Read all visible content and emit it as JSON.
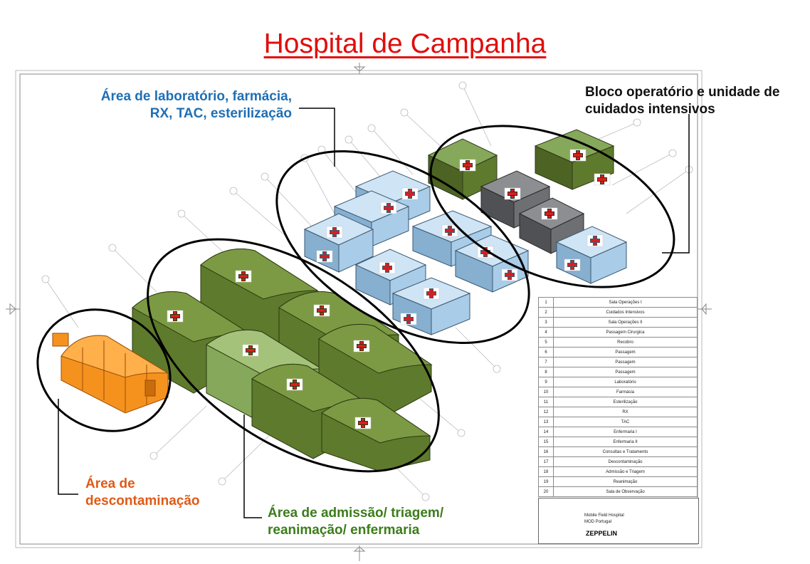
{
  "title": "Hospital de Campanha",
  "callouts": {
    "lab_line1": "Área de laboratório, farmácia,",
    "lab_line2": "RX, TAC, esterilização",
    "or_line1": "Bloco operatório e unidade de",
    "or_line2": "cuidados intensivos",
    "decon_line1": "Área de",
    "decon_line2": "descontaminação",
    "admission_line1": "Área de admissão/ triagem/",
    "admission_line2": "reanimação/ enfermaria"
  },
  "legend": [
    {
      "n": "1",
      "label": "Sala Operações I"
    },
    {
      "n": "2",
      "label": "Cuidados Intensivos"
    },
    {
      "n": "3",
      "label": "Sala Operações II"
    },
    {
      "n": "4",
      "label": "Passagem Cirurgica"
    },
    {
      "n": "5",
      "label": "Recobro"
    },
    {
      "n": "6",
      "label": "Passagem"
    },
    {
      "n": "7",
      "label": "Passagem"
    },
    {
      "n": "8",
      "label": "Passagem"
    },
    {
      "n": "9",
      "label": "Laboratório"
    },
    {
      "n": "10",
      "label": "Farmácia"
    },
    {
      "n": "11",
      "label": "Esterilização"
    },
    {
      "n": "12",
      "label": "RX"
    },
    {
      "n": "13",
      "label": "TAC"
    },
    {
      "n": "14",
      "label": "Enfermaria I"
    },
    {
      "n": "15",
      "label": "Enfermaria II"
    },
    {
      "n": "16",
      "label": "Consultas e Tratamento"
    },
    {
      "n": "17",
      "label": "Descontaminação"
    },
    {
      "n": "18",
      "label": "Admissão e Triagem"
    },
    {
      "n": "19",
      "label": "Reanimação"
    },
    {
      "n": "20",
      "label": "Sala de Observação"
    }
  ],
  "title_block": {
    "project_line1": "Mobile Field Hospital",
    "project_line2": "MOD Portugal",
    "company": "ZEPPELIN"
  },
  "colors": {
    "title": "#e10d0d",
    "tent_green": "#5e7a2c",
    "tent_light_green": "#86a85a",
    "container_blue": "#a9cce8",
    "container_grey": "#6d6f72",
    "decon_orange": "#f5921e",
    "red_cross": "#d81e1e"
  }
}
